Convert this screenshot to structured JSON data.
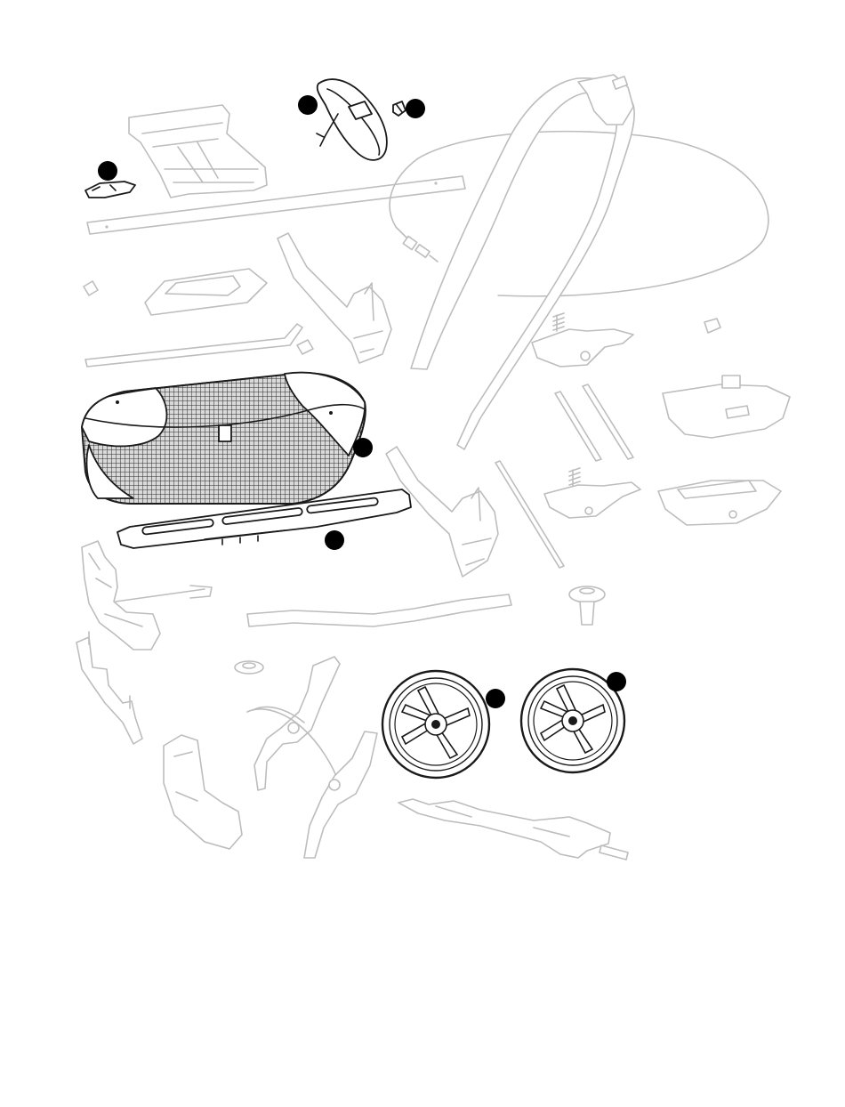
{
  "diagram": {
    "kind": "exploded-parts-view",
    "style": {
      "background": "#ffffff",
      "highlight_ink": "#1a1a1a",
      "ghost_outline": "#bdbdbd",
      "marker_color": "#000000"
    },
    "highlighted_parts": [
      "hood-strap",
      "small-clip",
      "release-tab",
      "storage-basket",
      "basket-slat-board",
      "rear-wheel-left",
      "rear-wheel-right"
    ],
    "callout_markers": 7,
    "text_labels": []
  }
}
